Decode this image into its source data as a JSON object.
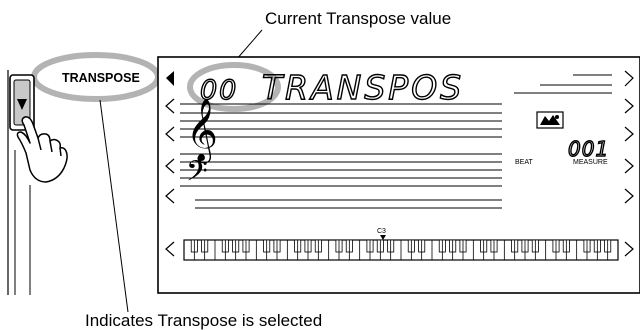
{
  "callouts": {
    "top": "Current Transpose value",
    "bottom": "Indicates Transpose is selected"
  },
  "panel": {
    "button_label": "TRANSPOSE"
  },
  "lcd": {
    "value": "00",
    "name": "TRANSPOS",
    "beat_label": "BEAT",
    "measure_label": "MEASURE",
    "measure_value": "001",
    "keyboard_marker": "C3"
  },
  "icons": {
    "down_button": "down-arrow-icon",
    "hand": "pointing-hand-icon",
    "treble_clef": "treble-clef-icon",
    "bass_clef": "bass-clef-icon",
    "performer": "performer-icon"
  },
  "colors": {
    "highlight_ellipse": "#b3b3b3",
    "button_fill": "#c8c8c8",
    "line": "#000000"
  }
}
